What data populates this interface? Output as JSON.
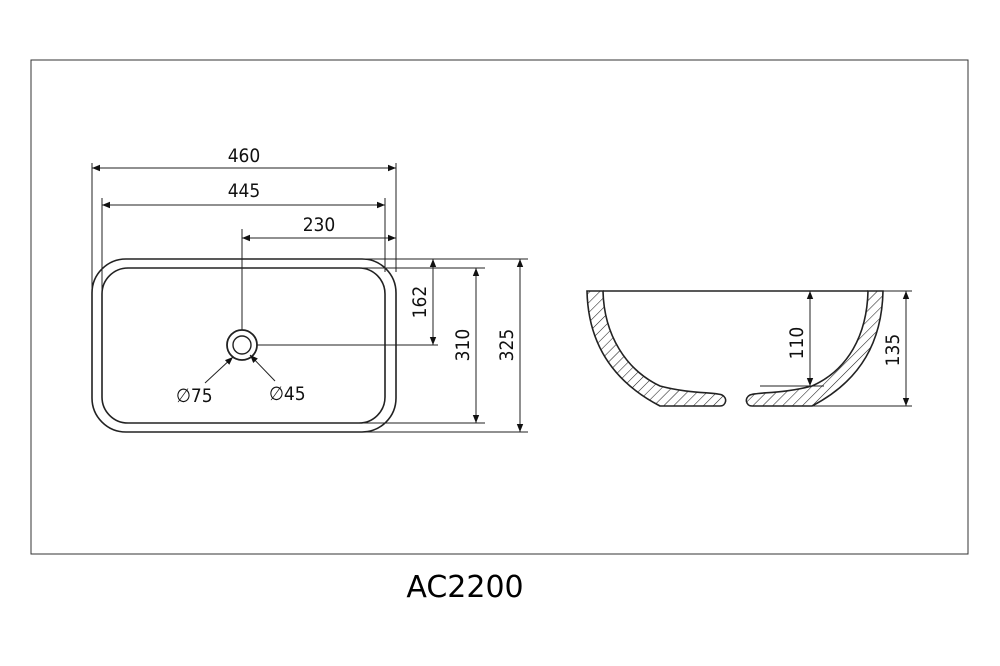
{
  "model": "AC2200",
  "top_view": {
    "overall_width": "460",
    "inner_width": "445",
    "drain_offset_x": "230",
    "drain_offset_y": "162",
    "inner_depth": "310",
    "overall_depth": "325",
    "drain_outer_dia": "75",
    "drain_inner_dia": "45",
    "dia_symbol": "∅"
  },
  "side_view": {
    "inner_height": "110",
    "overall_height": "135"
  }
}
